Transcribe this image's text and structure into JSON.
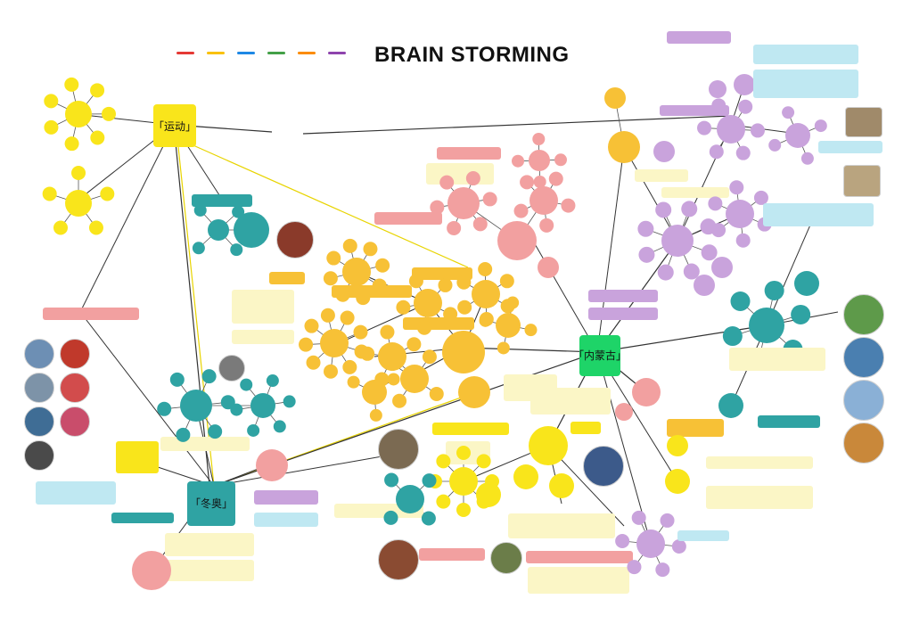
{
  "title": "BRAIN STORMING",
  "legend_dash_colors": [
    "#e53935",
    "#f9c10b",
    "#1e88e5",
    "#43a047",
    "#fb8c00",
    "#8e44ad"
  ],
  "palette": {
    "yellow": "#f9e51b",
    "orange": "#f7c136",
    "pink": "#f2a0a0",
    "purple": "#c9a3dc",
    "teal": "#2fa3a3",
    "green": "#1ed468",
    "lightblue": "#bfe8f2",
    "cream": "#fbf6c6"
  },
  "central_nodes": [
    {
      "id": "yundong",
      "label": "「运动」",
      "color": "#f9e51b"
    },
    {
      "id": "neimeng",
      "label": "「内蒙古」",
      "color": "#1ed468"
    },
    {
      "id": "dongao",
      "label": "「冬奥」",
      "color": "#2fa3a3"
    }
  ],
  "photos": [
    {
      "name": "skating-photo",
      "color": "#6d8fb4"
    },
    {
      "name": "speed-skater-photo",
      "color": "#c0392b"
    },
    {
      "name": "skier-photo",
      "color": "#7d93a8"
    },
    {
      "name": "figure-skater-photo",
      "color": "#d24c4c"
    },
    {
      "name": "ski-jump-photo",
      "color": "#3f6d95"
    },
    {
      "name": "figure-skater-red-photo",
      "color": "#c94d6b"
    },
    {
      "name": "athlete-portrait-photo",
      "color": "#4a4a4a"
    },
    {
      "name": "instrument-photo",
      "color": "#8a3a2a"
    },
    {
      "name": "mongol-horseman-photo",
      "color": "#7b6a52"
    },
    {
      "name": "warrior-statue-photo",
      "color": "#3c5a8a"
    },
    {
      "name": "wrestler-photo",
      "color": "#8a4b32"
    },
    {
      "name": "archery-photo",
      "color": "#6b7d49"
    },
    {
      "name": "wolf-photo",
      "color": "#a08a6a"
    },
    {
      "name": "deer-photo",
      "color": "#b9a47f"
    },
    {
      "name": "grassland-photo",
      "color": "#5e9a4a"
    },
    {
      "name": "lake-photo",
      "color": "#4a7fb0"
    },
    {
      "name": "snow-mountain-photo",
      "color": "#8ab0d6"
    },
    {
      "name": "desert-photo",
      "color": "#c9883a"
    },
    {
      "name": "spear-photo",
      "color": "#7a7a7a"
    }
  ]
}
